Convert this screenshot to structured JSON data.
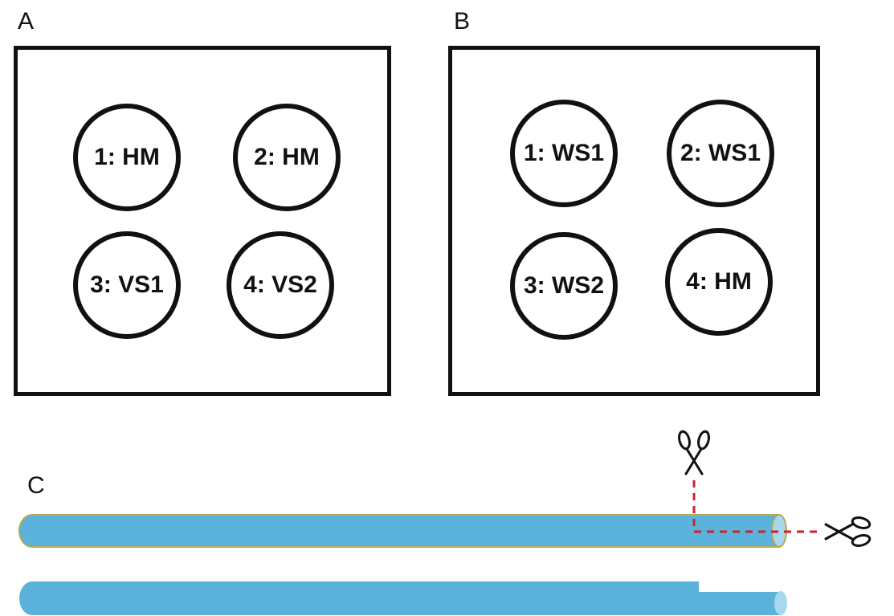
{
  "panels": {
    "a": {
      "letter": "A",
      "wells": [
        "1: HM",
        "2: HM",
        "3: VS1",
        "4: VS2"
      ]
    },
    "b": {
      "letter": "B",
      "wells": [
        "1: WS1",
        "2: WS1",
        "3: WS2",
        "4: HM"
      ]
    },
    "c": {
      "letter": "C"
    }
  },
  "colors": {
    "outline": "#111111",
    "tube_fill": "#5bb3dc",
    "tube_edge": "#b7a95a",
    "tube_end": "#a8d8ee",
    "cut_line": "#d1202a"
  },
  "icons": {
    "cutter": "scissors-icon"
  }
}
